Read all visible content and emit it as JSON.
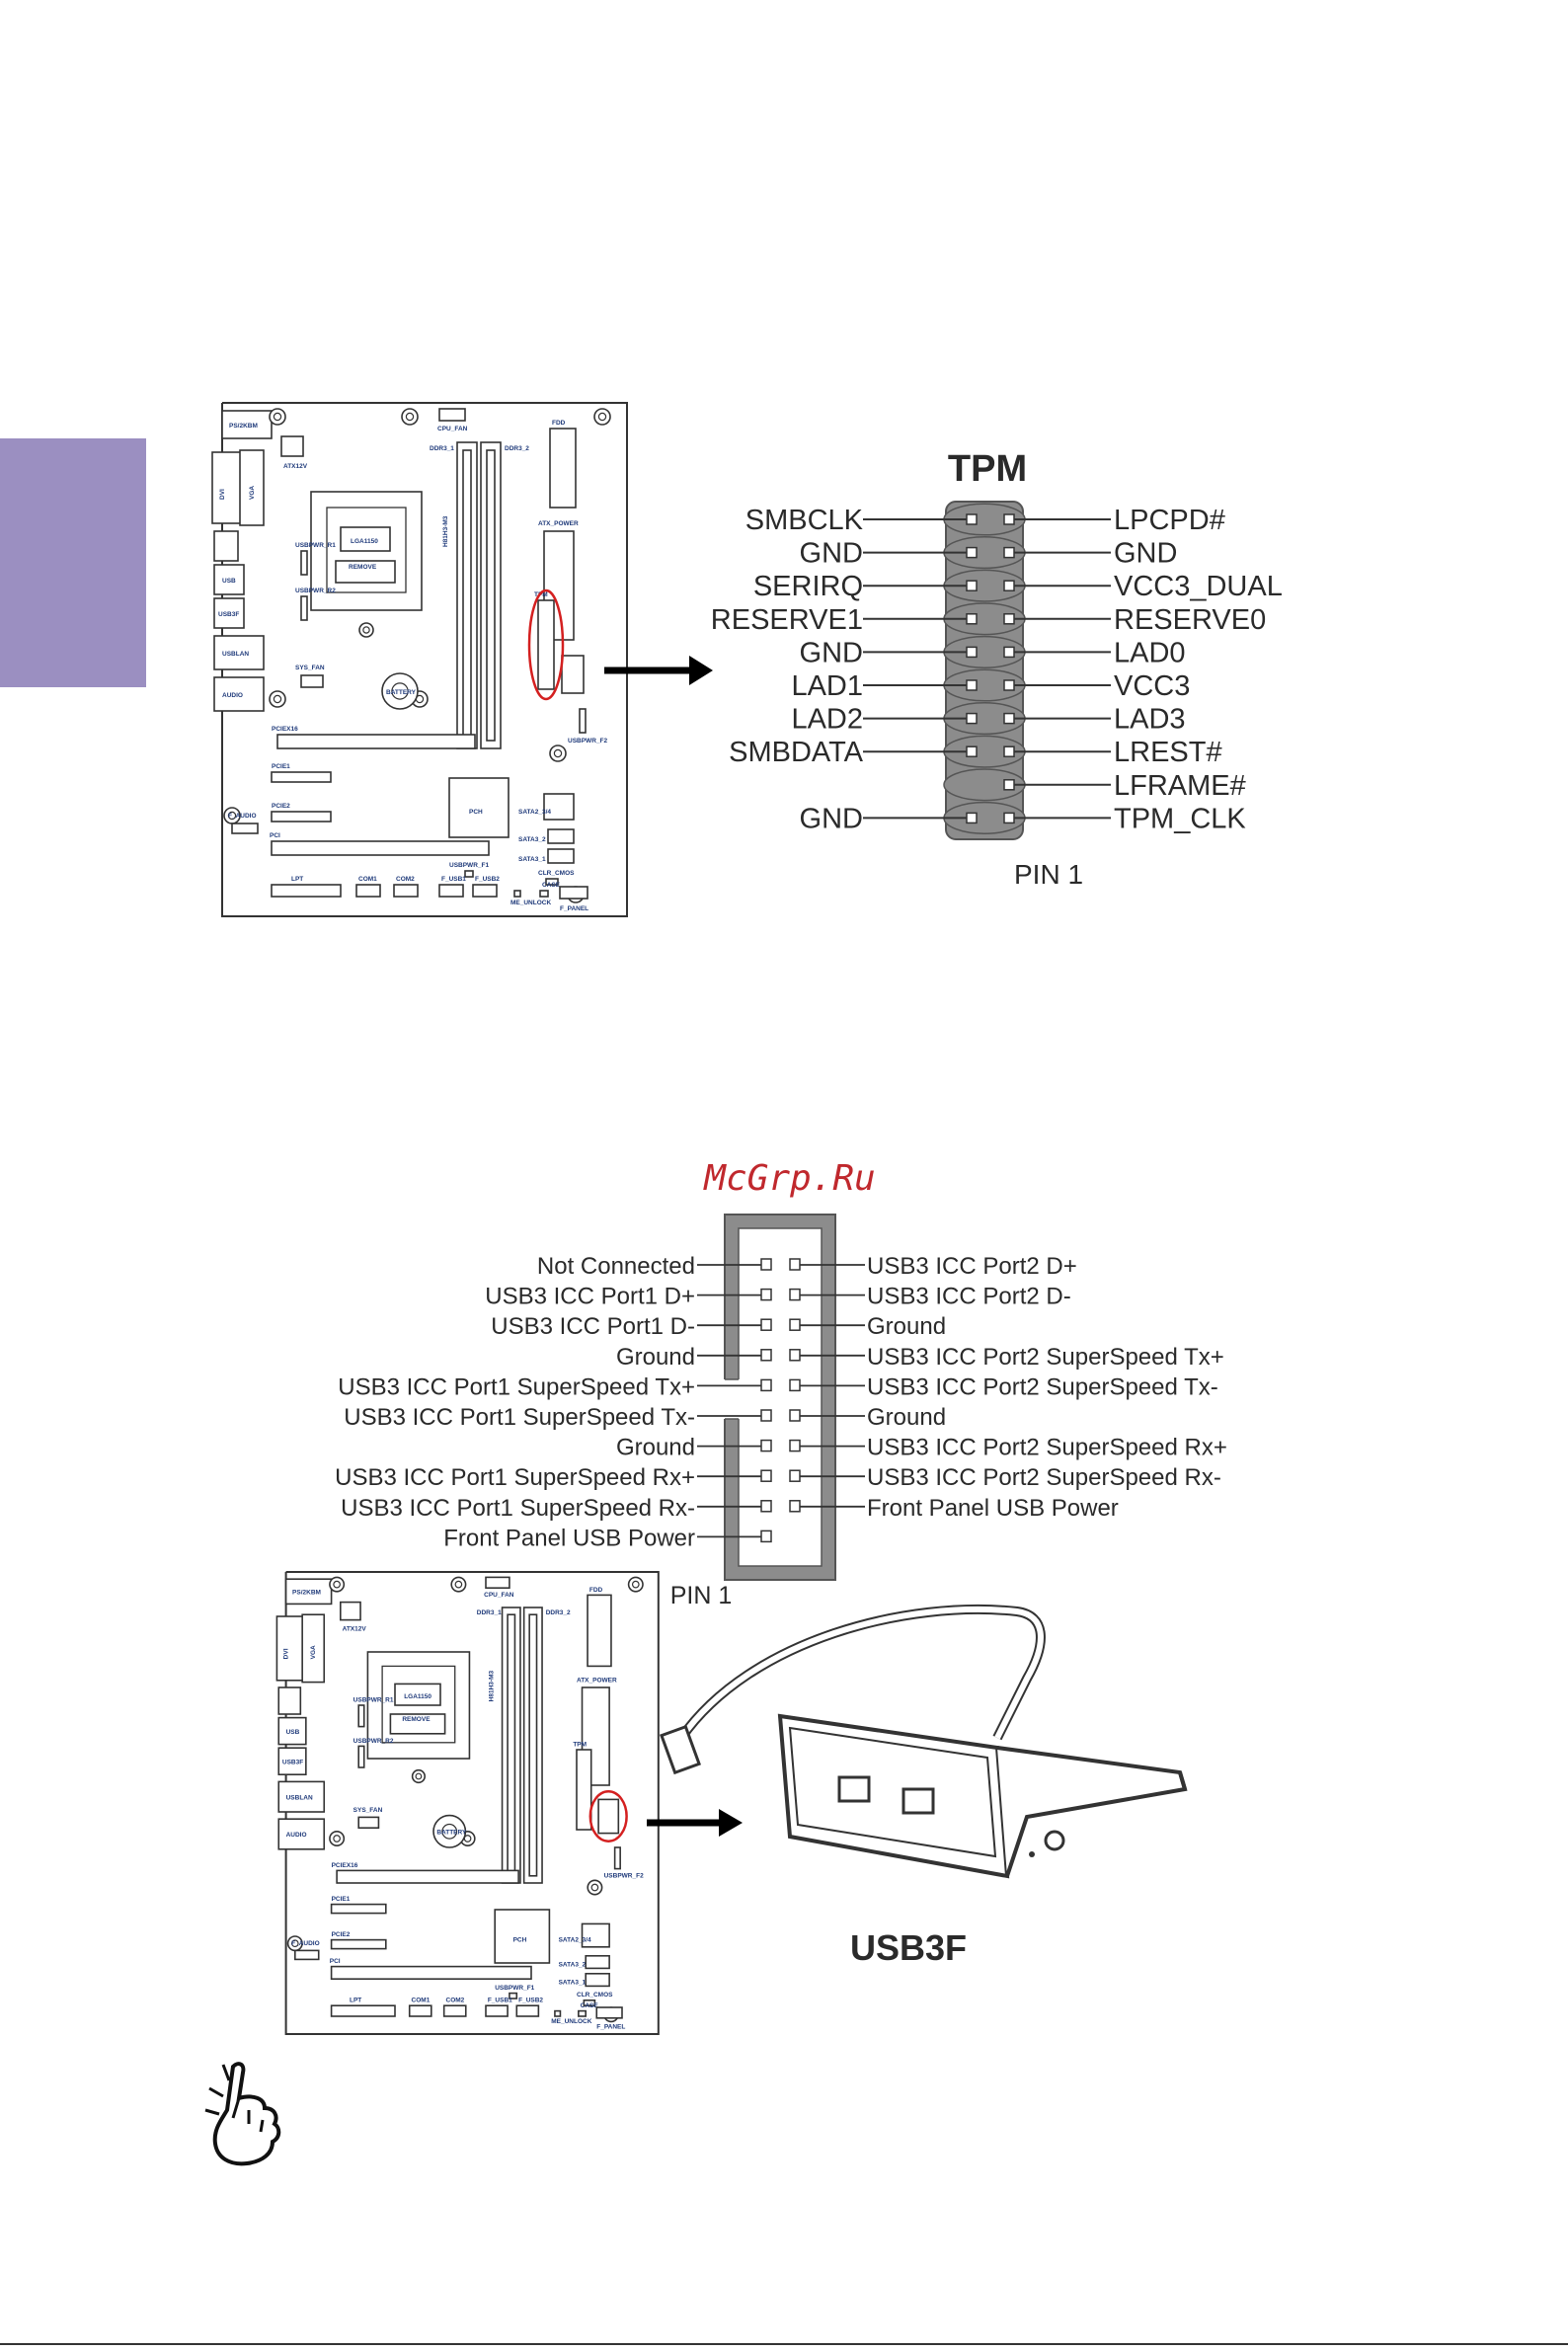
{
  "watermark": "McGrp.Ru",
  "tpm": {
    "title": "TPM",
    "pin1_label": "PIN 1",
    "left_pins": [
      "SMBCLK",
      "GND",
      "SERIRQ",
      "RESERVE1",
      "GND",
      "LAD1",
      "LAD2",
      "SMBDATA",
      "",
      "GND"
    ],
    "right_pins": [
      "LPCPD#",
      "GND",
      "VCC3_DUAL",
      "RESERVE0",
      "LAD0",
      "VCC3",
      "LAD3",
      "LREST#",
      "LFRAME#",
      "TPM_CLK"
    ]
  },
  "usb3f": {
    "title": "USB3F",
    "pin1_label": "PIN 1",
    "left_pins": [
      "Not Connected",
      "USB3 ICC Port1 D+",
      "USB3 ICC Port1 D-",
      "Ground",
      "USB3 ICC Port1 SuperSpeed Tx+",
      "USB3 ICC Port1 SuperSpeed Tx-",
      "Ground",
      "USB3 ICC Port1 SuperSpeed Rx+",
      "USB3 ICC Port1 SuperSpeed Rx-",
      "Front Panel USB Power"
    ],
    "right_pins": [
      "USB3 ICC Port2 D+",
      "USB3 ICC Port2 D-",
      "Ground",
      "USB3 ICC Port2 SuperSpeed Tx+",
      "USB3 ICC Port2 SuperSpeed Tx-",
      "Ground",
      "USB3 ICC Port2 SuperSpeed Rx+",
      "USB3 ICC Port2 SuperSpeed Rx-",
      "Front Panel USB Power"
    ]
  },
  "board": {
    "model": "H81H3-M3",
    "socket": "LGA1150",
    "remove": "REMOVE",
    "battery": "BATTERY",
    "pch": "PCH",
    "labels": {
      "ps2": "PS/2KBM",
      "atx12v": "ATX12V",
      "cpu_fan": "CPU_FAN",
      "ddr3_1": "DDR3_1",
      "ddr3_2": "DDR3_2",
      "fdd": "FDD",
      "atx_power": "ATX_POWER",
      "dvi": "DVI",
      "vga": "VGA",
      "usbpwr_r1": "USBPWR_R1",
      "usbpwr_r2": "USBPWR_R2",
      "usb": "USB",
      "usb3f": "USB3F",
      "usblan": "USBLAN",
      "audio": "AUDIO",
      "sys_fan": "SYS_FAN",
      "tpm": "TPM",
      "usbpwr_f2": "USBPWR_F2",
      "pciex16": "PCIEX16",
      "pcie1": "PCIE1",
      "pcie2": "PCIE2",
      "f_audio": "F_AUDIO",
      "sata2_34": "SATA2_3/4",
      "sata3_2": "SATA3_2",
      "sata3_1": "SATA3_1",
      "pci": "PCI",
      "usbpwr_f1": "USBPWR_F1",
      "clr_cmos": "CLR_CMOS",
      "lpt": "LPT",
      "com1": "COM1",
      "com2": "COM2",
      "f_usb1": "F_USB1",
      "f_usb2": "F_USB2",
      "case": "CASE",
      "me_unlock": "ME_UNLOCK",
      "f_panel": "F_PANEL"
    }
  },
  "colors": {
    "side_tab": "#9b8fc1",
    "header_fill": "#8c8c8c",
    "callout_red": "#d42020",
    "watermark": "#c0282d",
    "board_blue": "#1f3a7a"
  },
  "icons": [
    "pointing-hand-icon"
  ]
}
